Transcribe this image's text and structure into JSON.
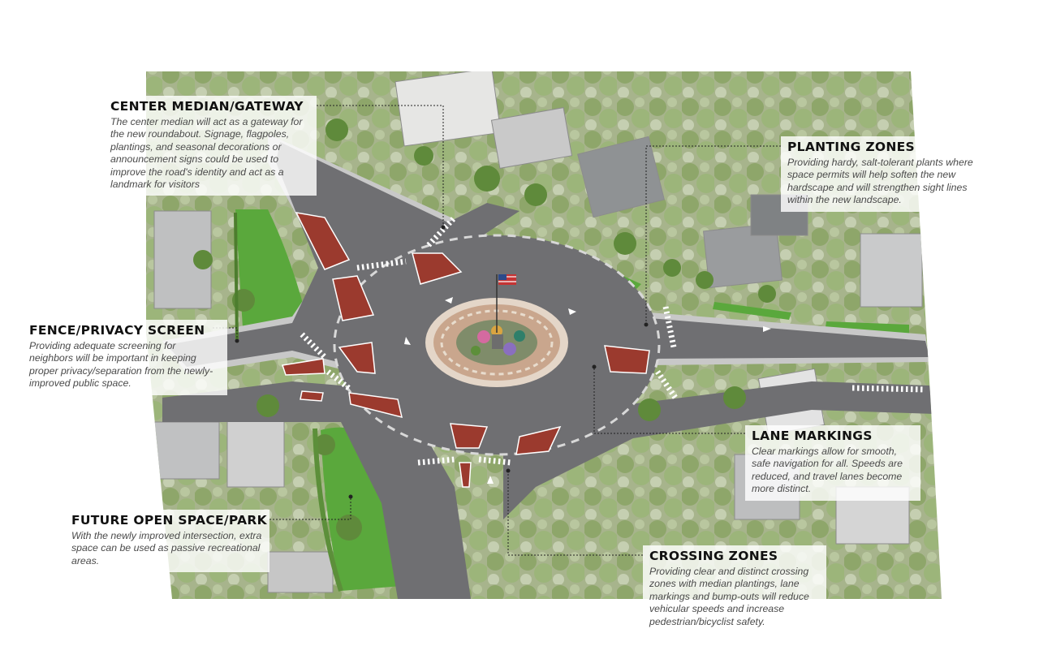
{
  "callouts": {
    "center_median": {
      "title": "CENTER MEDIAN/GATEWAY",
      "body": "The center median will act as a gateway for the new roundabout. Signage, flagpoles, plantings, and seasonal decorations or announcement signs could be used to improve the road's identity and act as a landmark for visitors"
    },
    "planting_zones": {
      "title": "PLANTING ZONES",
      "body": "Providing hardy, salt-tolerant plants where space permits will help soften the new hardscape and will strengthen sight lines within the new landscape."
    },
    "fence_privacy": {
      "title": "FENCE/PRIVACY SCREEN",
      "body": "Providing adequate screening for neighbors will be important in keeping proper privacy/separation from the newly-improved public space."
    },
    "lane_markings": {
      "title": "LANE MARKINGS",
      "body": "Clear markings allow for smooth, safe navigation for all. Speeds are reduced, and travel lanes become more distinct."
    },
    "open_space": {
      "title": "FUTURE OPEN SPACE/PARK",
      "body": "With the newly improved intersection, extra space can be used as passive recreational areas."
    },
    "crossing_zones": {
      "title": "CROSSING ZONES",
      "body": "Providing clear and distinct crossing zones with median plantings, lane markings and bump-outs will reduce vehicular speeds and increase pedestrian/bicyclist safety."
    }
  },
  "colors": {
    "asphalt": "#6f6f72",
    "splitter_islands": "#9b3a2e",
    "grass": "#5aa83c",
    "tree_canopy": "#7d9a52",
    "sidewalk": "#cfcfcf",
    "central_ring": "#c9a68d",
    "leader_line": "#222222"
  }
}
